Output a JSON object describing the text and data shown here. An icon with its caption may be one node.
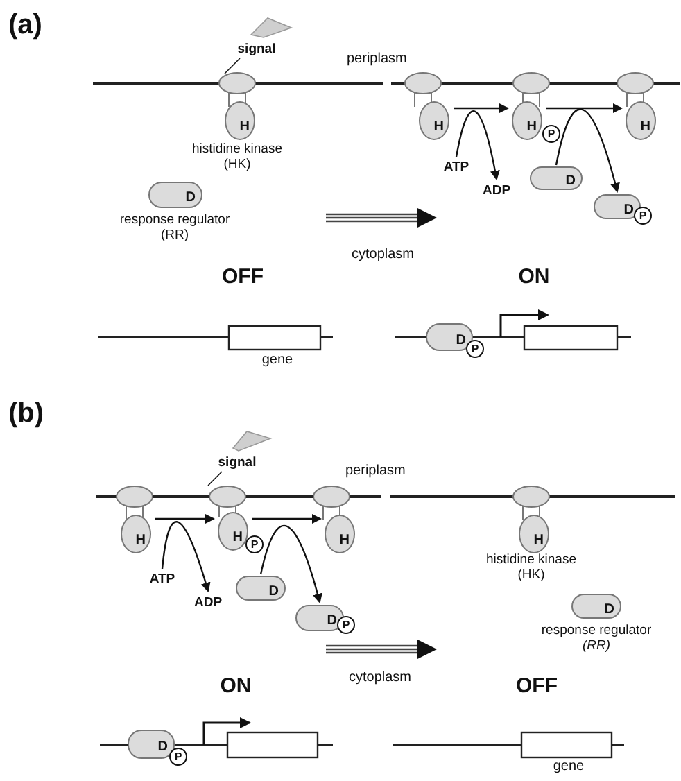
{
  "diagram": {
    "nodes": [
      {
        "text": [
          "signal"
        ]
      },
      {
        "text": [
          "H"
        ],
        "beside": [
          "histidine kinase (HK)"
        ]
      },
      {
        "text": [
          "D"
        ],
        "beside": [
          "response regulator (RR)"
        ]
      },
      {
        "text": [
          "H"
        ]
      },
      {
        "text": [
          "ATP"
        ]
      },
      {
        "text": [
          "ADP"
        ]
      },
      {
        "text": [
          "H"
        ]
      },
      {
        "text": [
          "P"
        ]
      },
      {
        "text": [
          "H"
        ]
      },
      {
        "text": [
          "D"
        ]
      },
      {
        "text": [
          "D"
        ]
      },
      {
        "text": [
          "P"
        ]
      },
      {
        "text": [
          "D"
        ]
      },
      {
        "text": [
          "P"
        ]
      },
      {
        "text": [
          "signal"
        ]
      },
      {
        "text": [
          "H"
        ]
      },
      {
        "text": [
          "ATP"
        ]
      },
      {
        "text": [
          "ADP"
        ]
      },
      {
        "text": [
          "H"
        ]
      },
      {
        "text": [
          "P"
        ]
      },
      {
        "text": [
          "H"
        ]
      },
      {
        "text": [
          "D"
        ]
      },
      {
        "text": [
          "D"
        ]
      },
      {
        "text": [
          "P"
        ]
      },
      {
        "text": [
          "H"
        ],
        "beside": [
          "histidine kinase (HK)"
        ]
      },
      {
        "text": [
          "D"
        ],
        "beside": [
          "response regulator *(RR)*"
        ]
      },
      {
        "text": [
          "D"
        ]
      },
      {
        "text": [
          "P"
        ]
      }
    ],
    "edges": [
      {
        "from": 0,
        "to": 1,
        "arrow": "none"
      },
      {
        "from": 3,
        "to": 6,
        "arrow": "to"
      },
      {
        "from": 4,
        "to": 5,
        "arrow": "to"
      },
      {
        "from": 6,
        "to": 8,
        "arrow": "to"
      },
      {
        "from": 9,
        "to": 10,
        "arrow": "to"
      },
      {
        "from": 14,
        "to": 18,
        "arrow": "none"
      },
      {
        "from": 15,
        "to": 18,
        "arrow": "to"
      },
      {
        "from": 16,
        "to": 17,
        "arrow": "to"
      },
      {
        "from": 18,
        "to": 20,
        "arrow": "to"
      },
      {
        "from": 21,
        "to": 22,
        "arrow": "to"
      }
    ],
    "labels": [
      "(a)",
      "periplasm",
      "cytoplasm",
      "OFF",
      "ON",
      "gene",
      "(b)",
      "periplasm",
      "cytoplasm",
      "ON",
      "OFF",
      "gene"
    ]
  }
}
